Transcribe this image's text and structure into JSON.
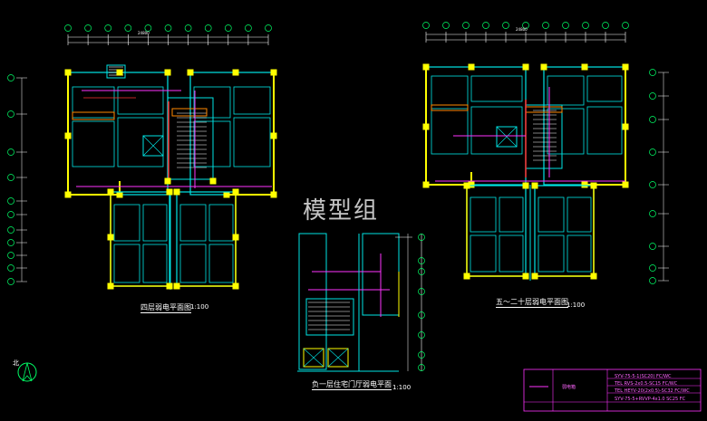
{
  "drawing": {
    "background": "#000000",
    "watermark": "模型组",
    "plans": [
      {
        "id": "plan-left",
        "title": "四层弱电平面图",
        "scale": "1:100"
      },
      {
        "id": "plan-right",
        "title": "五～二十层弱电平面图",
        "scale": "1:100"
      },
      {
        "id": "plan-bottom",
        "title": "负一层住宅门厅弱电平面",
        "scale": "1:100"
      }
    ],
    "north_label": "北",
    "dimension_total": "24800",
    "legend": {
      "header": "弱电箱",
      "rows": [
        "SYV-75-5-1(SC20) FC/WC",
        "TEL RVS-2x0.5-SC15 FC/WC",
        "TEL HEYV-20(2x0.5)-SC32 FC/WC",
        "SYV-75-5+RVVP-4x1.0 SC25 FC"
      ]
    },
    "colors": {
      "wall": "#00e5e5",
      "column": "#ffff00",
      "wire": "#ff33ff",
      "dim": "#00ff66",
      "text": "#ffffff",
      "stair": "#ffffff",
      "red": "#ff3333",
      "orange": "#ff8800"
    }
  }
}
